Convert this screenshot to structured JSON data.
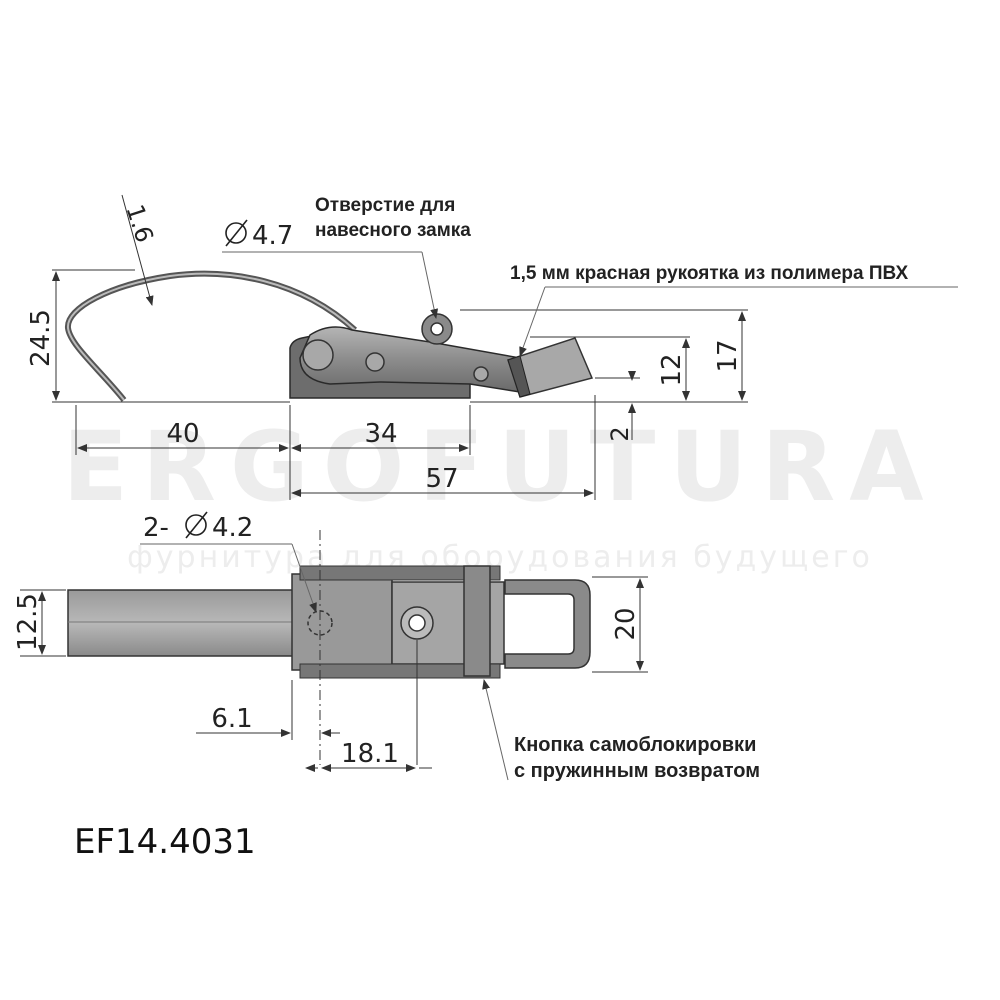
{
  "watermark": {
    "brand": "ERGOFUTURA",
    "tagline": "фурнитура для оборудования будущего"
  },
  "model": "EF14.4031",
  "side_view": {
    "dimensions": {
      "thickness": "1.6",
      "height_total": "24.5",
      "left_length": "40",
      "base_length": "34",
      "overall_length": "57",
      "offset_bottom": "2",
      "handle_height": "12",
      "handle_top_height": "17"
    },
    "hole_diameter": "4.7",
    "callouts": {
      "padlock_hole_line1": "Отверстие для",
      "padlock_hole_line2": "навесного замка",
      "handle_note": "1,5 мм красная рукоятка из  полимера ПВХ"
    }
  },
  "top_view": {
    "dimensions": {
      "strip_width": "12.5",
      "total_width": "20",
      "hole_offset": "6.1",
      "hole_spacing": "18.1"
    },
    "holes_label_prefix": "2-",
    "holes_diameter": "4.2",
    "callouts": {
      "button_line1": "Кнопка самоблокировки",
      "button_line2": "с пружинным возвратом"
    }
  }
}
